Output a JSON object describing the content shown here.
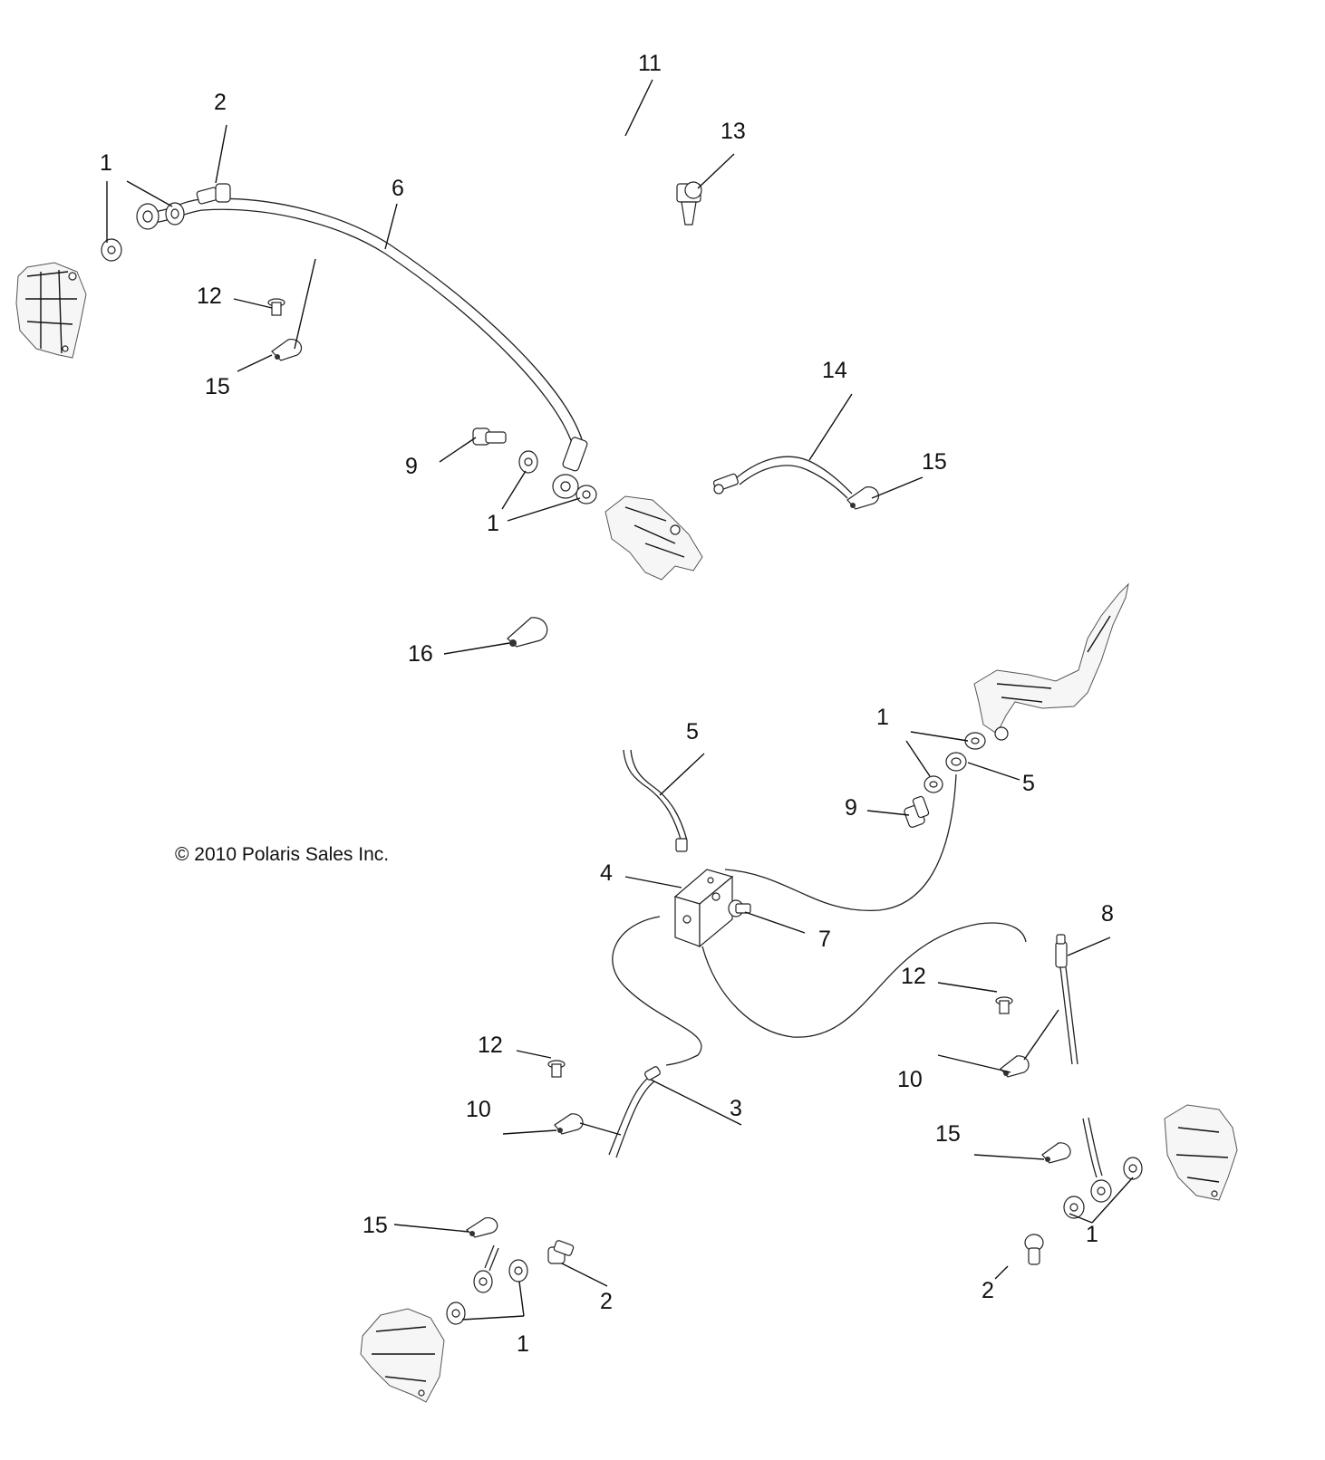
{
  "copyright": "© 2010  Polaris Sales Inc.",
  "callouts": {
    "c1a": "1",
    "c1b": "1",
    "c1c": "1",
    "c1d": "1",
    "c1e": "1",
    "c2a": "2",
    "c2b": "2",
    "c2c": "2",
    "c3": "3",
    "c4": "4",
    "c5a": "5",
    "c5b": "5",
    "c6": "6",
    "c7": "7",
    "c8": "8",
    "c9a": "9",
    "c9b": "9",
    "c10a": "10",
    "c10b": "10",
    "c11": "11",
    "c12a": "12",
    "c12b": "12",
    "c12c": "12",
    "c13": "13",
    "c14": "14",
    "c15a": "15",
    "c15b": "15",
    "c15c": "15",
    "c15d": "15",
    "c16": "16"
  }
}
